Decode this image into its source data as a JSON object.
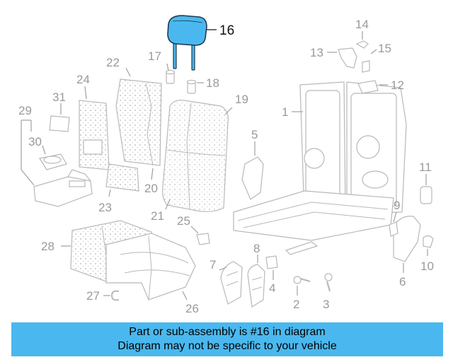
{
  "diagram": {
    "highlight_color": "#4ab8ee",
    "highlighted_part": "16",
    "callouts": {
      "c1": "1",
      "c2": "2",
      "c3": "3",
      "c4": "4",
      "c5": "5",
      "c6": "6",
      "c7": "7",
      "c8": "8",
      "c9": "9",
      "c10": "10",
      "c11": "11",
      "c12": "12",
      "c13": "13",
      "c14": "14",
      "c15": "15",
      "c16": "16",
      "c17": "17",
      "c18": "18",
      "c19": "19",
      "c20": "20",
      "c21": "21",
      "c22": "22",
      "c23": "23",
      "c24": "24",
      "c25": "25",
      "c26": "26",
      "c27": "27",
      "c28": "28",
      "c29": "29",
      "c30": "30",
      "c31": "31"
    }
  },
  "banner": {
    "line1": "Part or sub-assembly is #16 in diagram",
    "line2": "Diagram may not be specific to your vehicle"
  }
}
